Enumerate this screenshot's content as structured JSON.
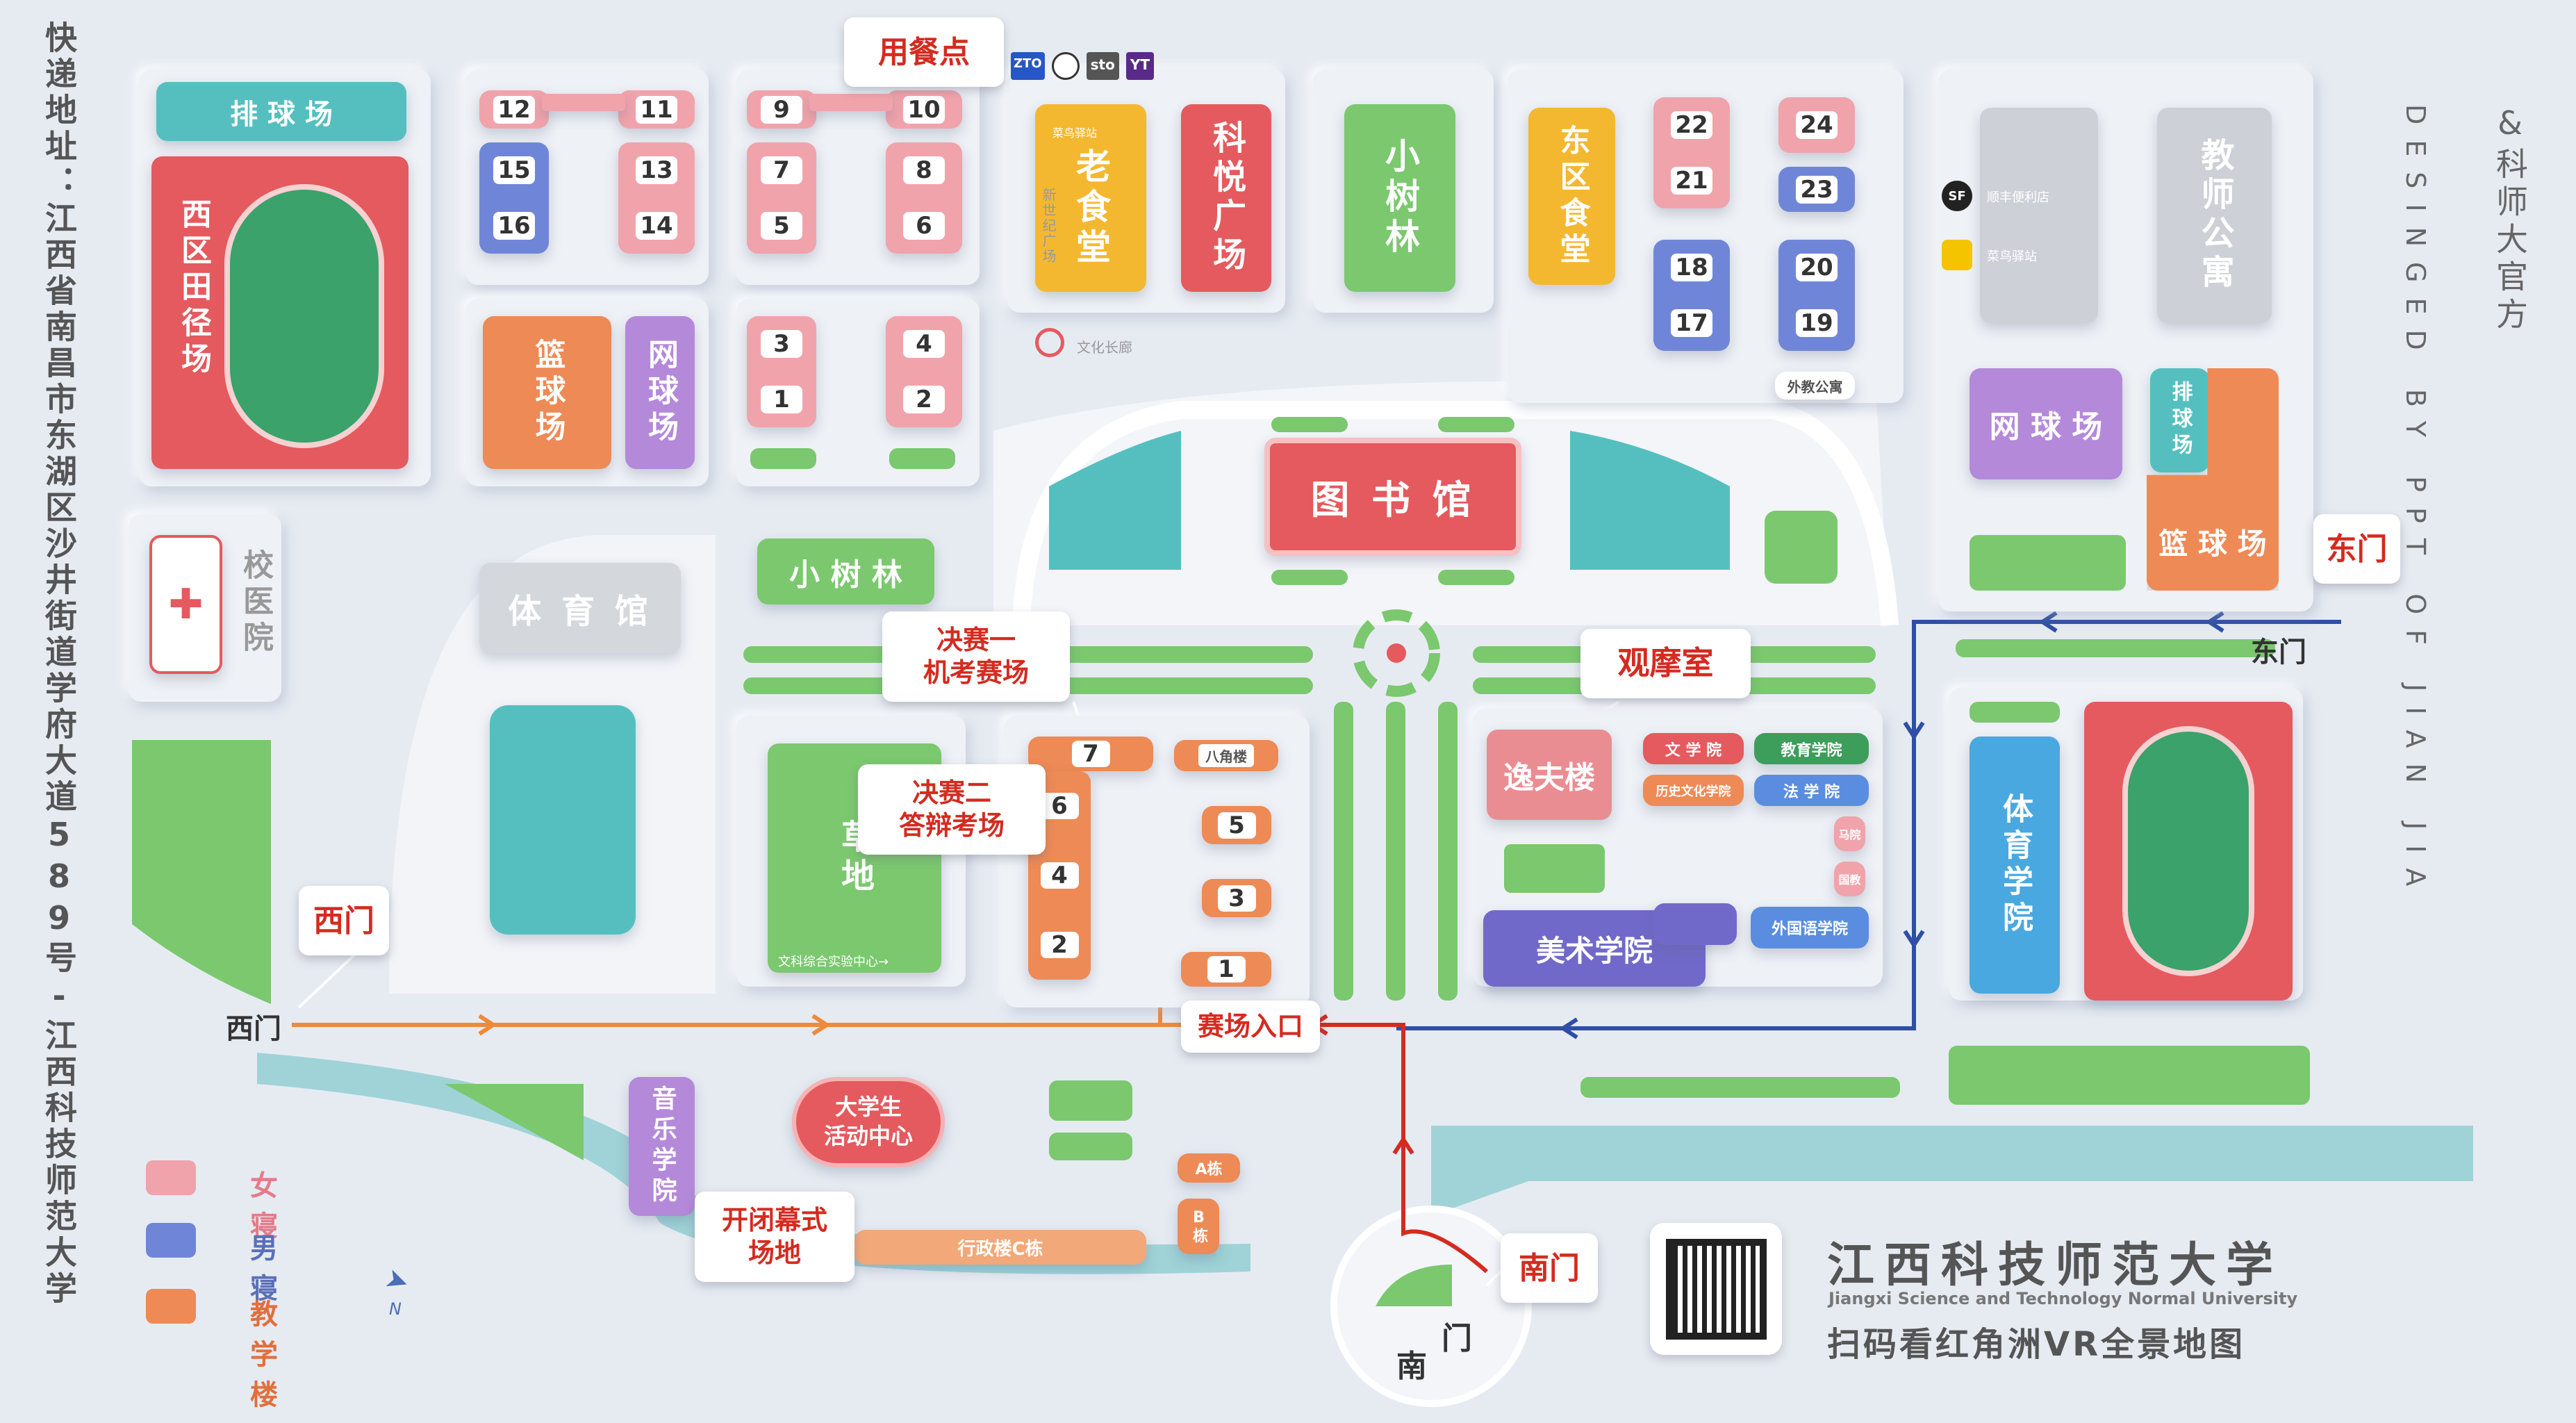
{
  "address_label": "快递地址：江西省南昌市东湖区沙井街道学府大道589号-江西科技师范大学",
  "credit_cn": "&科师大官方",
  "credit_en": "DESINGED BY PPT OF JIAN JIA",
  "university": {
    "name_cn": "江西科技师范大学",
    "name_en": "Jiangxi Science and Technology Normal University",
    "scan_text": "扫码看红角洲VR全景地图"
  },
  "callouts": {
    "dining": "用餐点",
    "final1": "决赛一\n机考赛场",
    "final2": "决赛二\n答辩考场",
    "observation": "观摩室",
    "west_gate": "西门",
    "east_gate": "东门",
    "south_gate": "南门",
    "ceremony": "开闭幕式\n场地",
    "entrance": "赛场入口"
  },
  "gates": {
    "west": "西门",
    "east": "东门",
    "south1": "南",
    "south2": "门"
  },
  "buildings": {
    "volleyball_west": "排 球 场",
    "track_west": "西区田径场",
    "basketball_west": "篮球场",
    "tennis_west": "网球场",
    "old_canteen": "老食堂",
    "keyue": "科悦广场",
    "grove1": "小树林",
    "east_canteen": "东区食堂",
    "teacher_apt": "教师公寓",
    "tennis_east": "网 球 场",
    "volleyball_east": "排球场",
    "basketball_east": "篮 球 场",
    "clinic": "校医院",
    "gym": "体 育 馆",
    "grove2": "小 树 林",
    "library": "图 书 馆",
    "lawn": "草地",
    "yifu": "逸夫楼",
    "art_college": "美术学院",
    "pe_college": "体育学院",
    "music_college": "音乐学院",
    "student_center": "大学生\n活动中心",
    "admin_c": "行政楼C栋",
    "bldg_a": "A栋",
    "bldg_b": "B栋",
    "octagon": "八角楼",
    "literature": "文 学 院",
    "education": "教育学院",
    "history": "历史文化学院",
    "law": "法 学 院",
    "marx": "马院",
    "intl": "国教",
    "foreign": "外国语学院",
    "foreign_apt": "外教公寓",
    "liberal_center": "文科综合实验中心→",
    "cainiao_west": "菜鸟驿站",
    "xinshiji": "新世纪广场",
    "culture_square": "文化长廊",
    "sf_label": "顺丰便利店",
    "cainiao_east": "菜鸟驿站"
  },
  "dorm_numbers": [
    "12",
    "11",
    "15",
    "13",
    "16",
    "14",
    "9",
    "10",
    "7",
    "8",
    "5",
    "6",
    "3",
    "4",
    "1",
    "2",
    "22",
    "24",
    "21",
    "23",
    "18",
    "20",
    "17",
    "19"
  ],
  "teaching_numbers": [
    "7",
    "6",
    "5",
    "4",
    "3",
    "2",
    "1"
  ],
  "legend": [
    {
      "label": "女寝",
      "color": "#f0a3ab"
    },
    {
      "label": "男寝",
      "color": "#6f86d8"
    },
    {
      "label": "教学楼",
      "color": "#ee8a56"
    }
  ],
  "logos": [
    "ZTO",
    "sto",
    "YT"
  ],
  "colors": {
    "route_orange": "#ee8a3a",
    "route_blue": "#2f4fa6",
    "route_red": "#d42b20",
    "callout_red": "#d42b20"
  },
  "compass": "N"
}
